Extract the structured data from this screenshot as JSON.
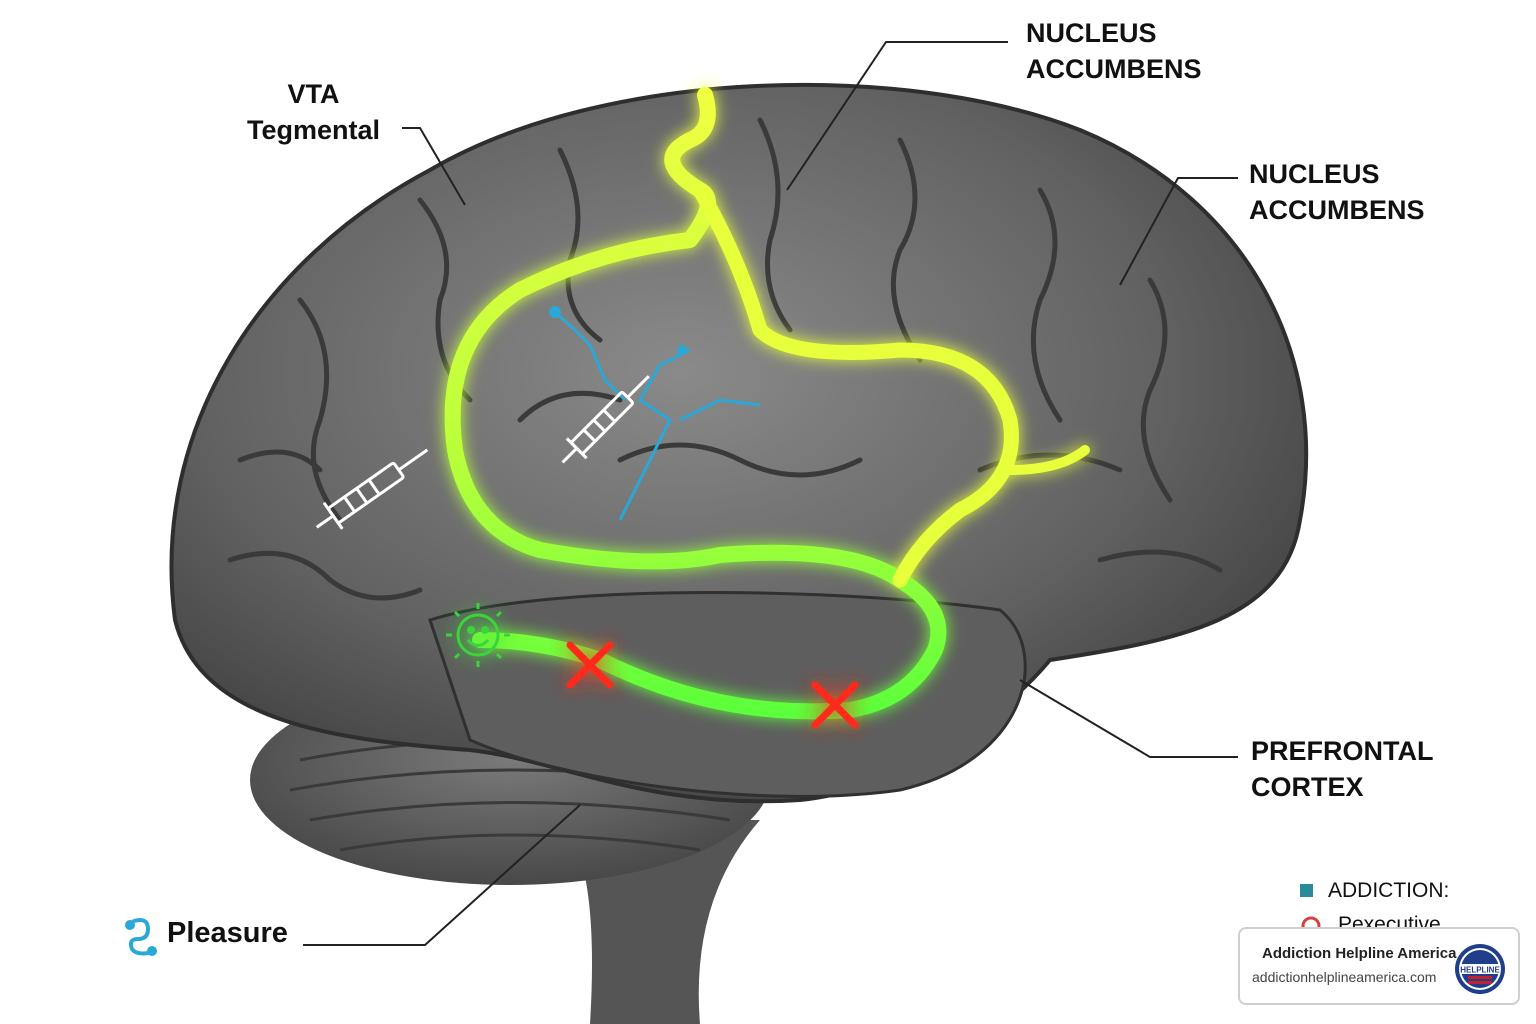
{
  "labels": {
    "vta": [
      "VTA",
      "Tegmental"
    ],
    "nucleus_top": [
      "NUCLEUS",
      "ACCUMBENS"
    ],
    "nucleus_right": [
      "NUCLEUS",
      "ACCUMBENS"
    ],
    "prefrontal": [
      "PREFRONTAL",
      "CORTEX"
    ],
    "pleasure": "Pleasure"
  },
  "legend": {
    "item1": "ADDICTION:",
    "item2": "Pexecutive"
  },
  "badge": {
    "title": "Addiction Helpline America",
    "url": "addictionhelplineamerica.com",
    "logo_text": "HELPLINE"
  },
  "colors": {
    "pathway_yellow": "#e8ff3a",
    "pathway_green": "#5cff3a",
    "blocked_red": "#ff2a1a",
    "neuron_blue": "#2aa8d8",
    "brain_gray": "#6a6a6a",
    "legend_teal": "#2b8a9a"
  },
  "icons": [
    "syringe-icon",
    "syringe-icon",
    "smiley-sun-icon",
    "x-mark-icon",
    "x-mark-icon",
    "dopamine-molecule-icon",
    "helpline-seal-icon"
  ]
}
